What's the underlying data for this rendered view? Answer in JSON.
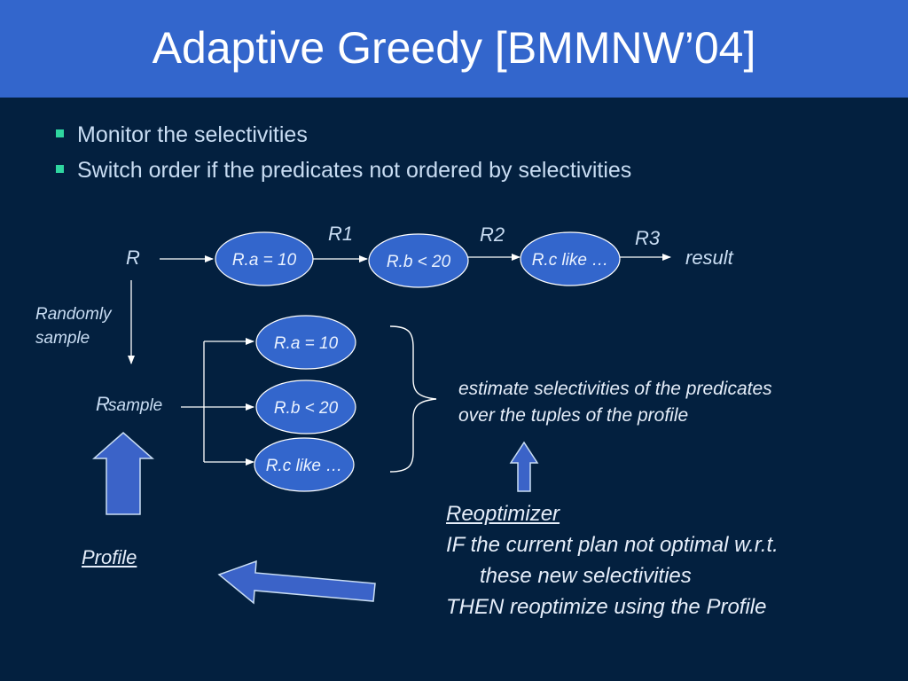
{
  "slide": {
    "title": "Adaptive Greedy [BMMNW’04]",
    "bullets": [
      "Monitor the selectivities",
      "Switch order if the predicates not ordered by selectivities"
    ]
  },
  "pipeline": {
    "input": "R",
    "nodes": [
      "R.a = 10",
      "R.b < 20",
      "R.c like …"
    ],
    "edge_labels": [
      "R1",
      "R2",
      "R3"
    ],
    "output": "result"
  },
  "sampling": {
    "label_line1": "Randomly",
    "label_line2": "sample",
    "rsample_r": "R",
    "rsample_sub": "sample",
    "nodes": [
      "R.a = 10",
      "R.b < 20",
      "R.c like …"
    ]
  },
  "estimate": {
    "line1": "estimate selectivities of the predicates",
    "line2": "over the tuples of the profile"
  },
  "profile": {
    "label": "Profile"
  },
  "reoptimizer": {
    "heading": "Reoptimizer",
    "line1": "IF the current plan not optimal w.r.t.",
    "line2": "these new selectivities",
    "line3": "THEN reoptimize using the Profile"
  },
  "colors": {
    "title_bar": "#3366cc",
    "background": "#03203f",
    "node_fill": "#3366cc",
    "bullet": "#2fd6a0",
    "arrow_fill": "#3b63c8"
  }
}
